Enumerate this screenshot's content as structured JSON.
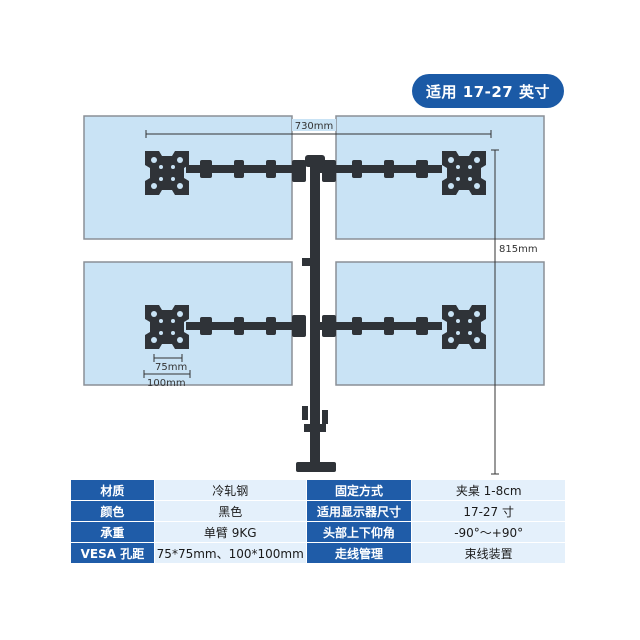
{
  "badge": {
    "label": "适用 17-27 英寸"
  },
  "dimensions": {
    "width": "730mm",
    "height": "815mm",
    "vesa_small": "75mm",
    "vesa_large": "100mm"
  },
  "specs": {
    "rows": [
      {
        "k1": "材质",
        "v1": "冷轧钢",
        "k2": "固定方式",
        "v2": "夹桌 1-8cm"
      },
      {
        "k1": "颜色",
        "v1": "黑色",
        "k2": "适用显示器尺寸",
        "v2": "17-27 寸"
      },
      {
        "k1": "承重",
        "v1": "单臂 9KG",
        "k2": "头部上下仰角",
        "v2": "-90°～+90°"
      },
      {
        "k1": "VESA 孔距",
        "v1": "75*75mm、100*100mm",
        "k2": "走线管理",
        "v2": "束线装置"
      }
    ]
  },
  "colors": {
    "badge_bg": "#1b5aa6",
    "screen_fill": "#c9e3f5",
    "mount_dark": "#2f3338",
    "table_key_bg": "#1f5ca8",
    "table_val_bg": "#e4f0fb"
  }
}
